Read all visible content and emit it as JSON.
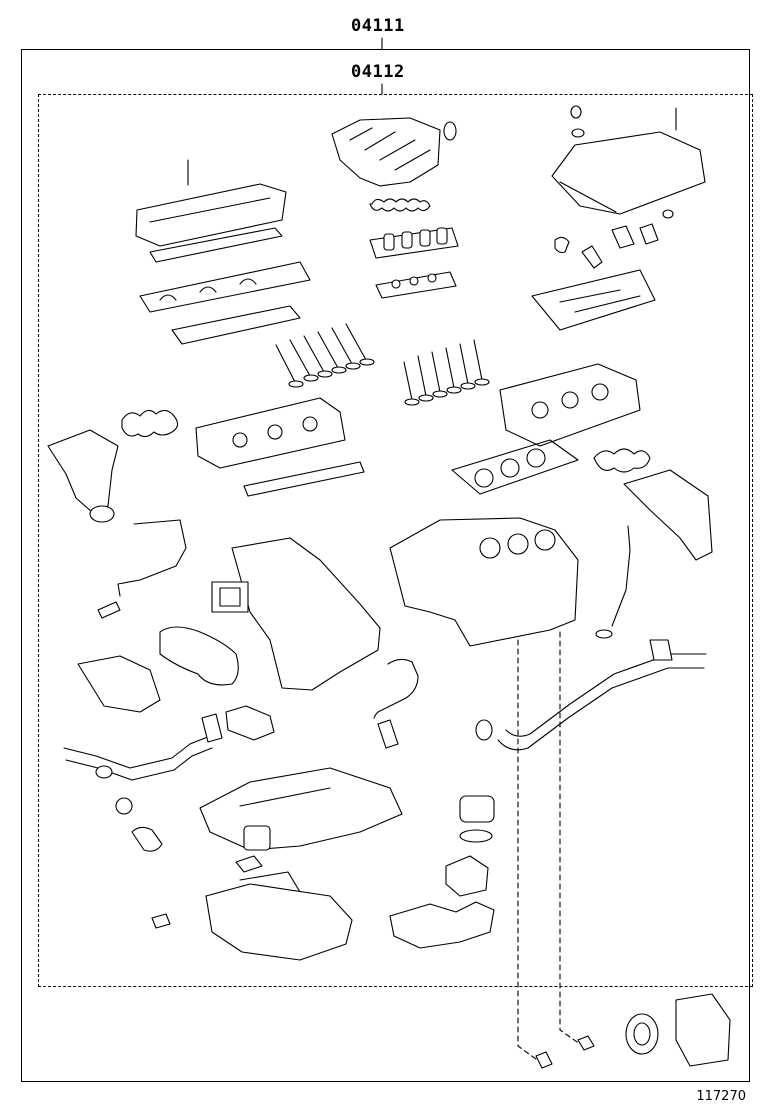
{
  "diagram": {
    "kit_number": "04111",
    "gasket_kit_number": "04112",
    "figure_number": "117270"
  }
}
